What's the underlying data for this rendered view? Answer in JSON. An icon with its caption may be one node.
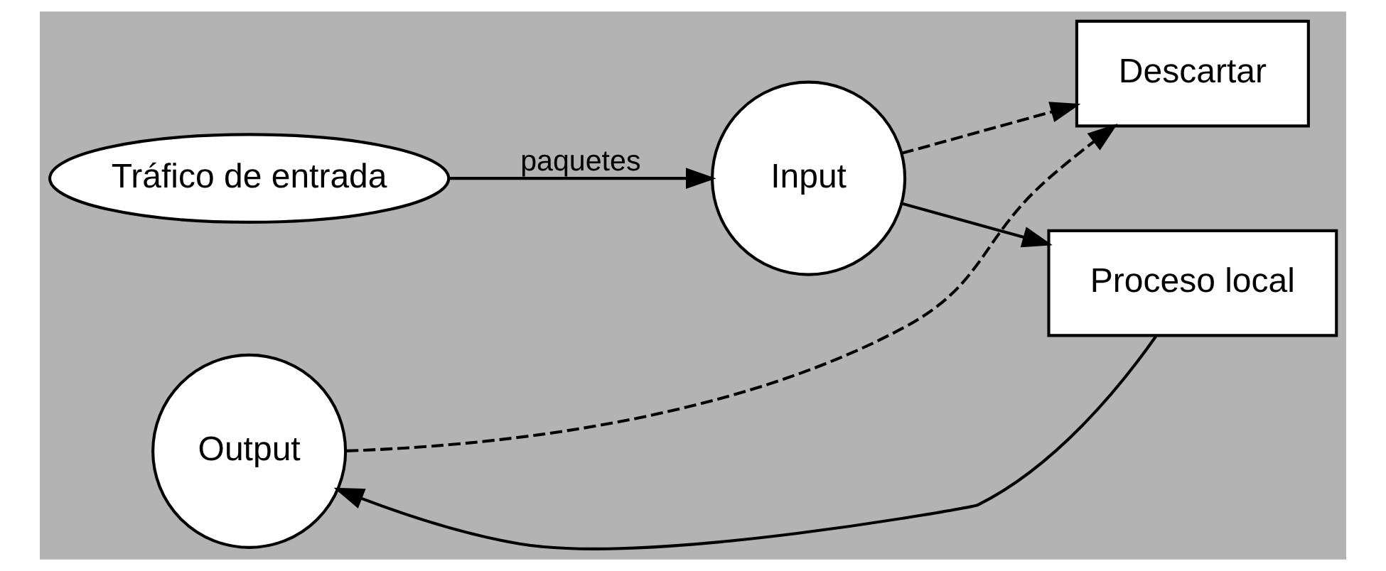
{
  "diagram": {
    "nodes": [
      {
        "text": [
          "Tráfico de entrada"
        ]
      },
      {
        "text": [
          "Input"
        ]
      },
      {
        "text": [
          "Descartar"
        ]
      },
      {
        "text": [
          "Output"
        ]
      },
      {
        "text": [
          "Proceso local"
        ]
      }
    ],
    "edges": [
      {
        "from": 0,
        "to": 1,
        "arrow": "to",
        "label": "paquetes"
      },
      {
        "from": 1,
        "to": 2,
        "arrow": "to",
        "style": "dashed"
      },
      {
        "from": 3,
        "to": 2,
        "arrow": "to",
        "style": "dashed"
      },
      {
        "from": 1,
        "to": 4,
        "arrow": "to"
      },
      {
        "from": 4,
        "to": 3,
        "arrow": "to"
      }
    ]
  }
}
